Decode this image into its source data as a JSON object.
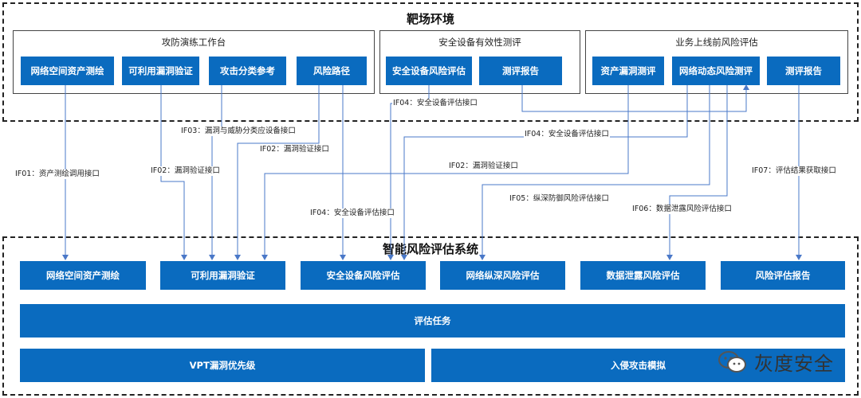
{
  "range": {
    "title": "靶场环境",
    "groups": [
      {
        "title": "攻防演练工作台",
        "items": [
          "网络空间资产测绘",
          "可利用漏洞验证",
          "攻击分类参考",
          "风险路径"
        ]
      },
      {
        "title": "安全设备有效性测评",
        "items": [
          "安全设备风险评估",
          "测评报告"
        ]
      },
      {
        "title": "业务上线前风险评估",
        "items": [
          "资产漏洞测评",
          "网络动态风险测评",
          "测评报告"
        ]
      }
    ]
  },
  "system": {
    "title": "智能风险评估系统",
    "modules": [
      "网络空间资产测绘",
      "可利用漏洞验证",
      "安全设备风险评估",
      "网络纵深风险评估",
      "数据泄露风险评估",
      "风险评估报告"
    ],
    "task": "评估任务",
    "bottom": [
      "VPT漏洞优先级",
      "入侵攻击模拟"
    ]
  },
  "interfaces": {
    "if01": "IF01：资产测绘调用接口",
    "if02_a": "IF02：漏洞验证接口",
    "if02_b": "IF02：漏洞验证接口",
    "if02_c": "IF02：漏洞验证接口",
    "if03": "IF03：漏洞与威胁分类应设备接口",
    "if04_a": "IF04：安全设备评估接口",
    "if04_b": "IF04：安全设备评估接口",
    "if04_c": "IF04：安全设备评估接口",
    "if05": "IF05：纵深防御风险评估接口",
    "if06": "IF06：数据泄露风险评估接口",
    "if07": "IF07：评估结果获取接口"
  },
  "watermark": {
    "icon": "wechat-icon",
    "text": "灰度安全"
  },
  "colors": {
    "box": "#0a6bbf",
    "line": "#4a78c8",
    "border": "#222222"
  }
}
